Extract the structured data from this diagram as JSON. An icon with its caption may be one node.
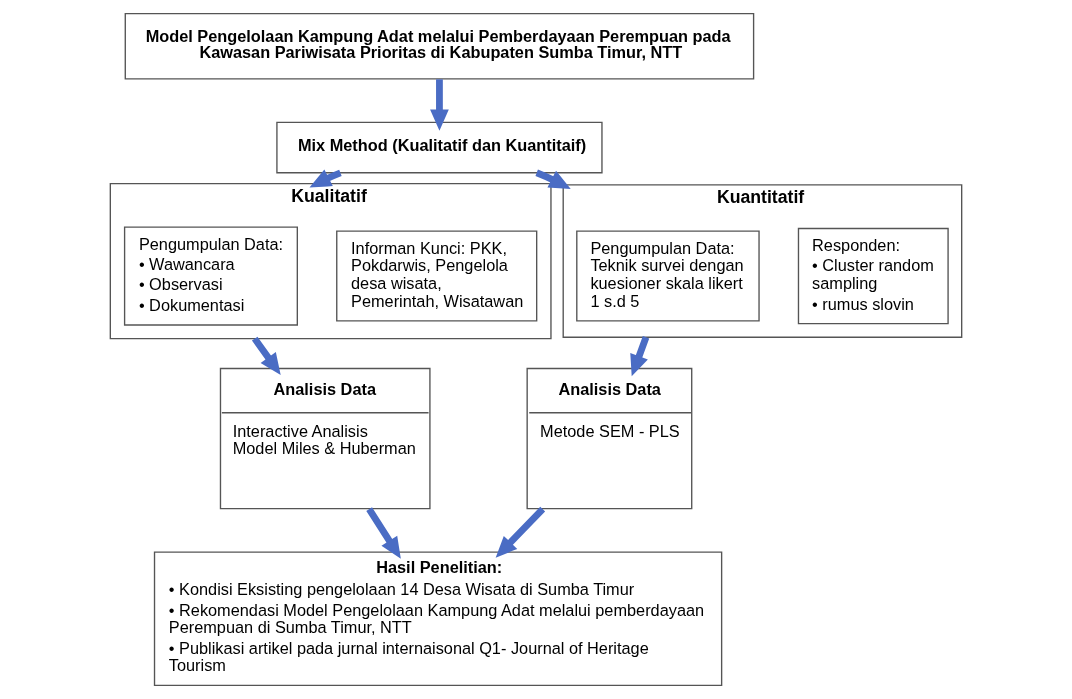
{
  "diagram": {
    "nodes": [
      {
        "text": [
          "Model Pengelolaan Kampung Adat melalui Pemberdayaan Perempuan pada Kawasan Pariwisata Prioritas di Kabupaten Sumba Timur, NTT"
        ]
      },
      {
        "text": [
          "Mix Method (Kualitatif dan Kuantitaif)"
        ]
      },
      {
        "text": [
          "Kualitatif"
        ]
      },
      {
        "text": [
          "Pengumpulan Data:",
          "• Wawancara",
          "• Observasi",
          "• Dokumentasi"
        ],
        "in": 2
      },
      {
        "text": [
          "Informan Kunci: PKK, Pokdarwis, Pengelola desa wisata, Pemerintah, Wisatawan"
        ],
        "in": 2
      },
      {
        "text": [
          "Kuantitatif"
        ]
      },
      {
        "text": [
          "Pengumpulan Data: Teknik survei dengan kuesioner skala likert 1 s.d 5"
        ],
        "in": 5
      },
      {
        "text": [
          "Responden:",
          "• Cluster random sampling",
          "• rumus slovin"
        ],
        "in": 5
      },
      {
        "text": [
          "Analisis Data",
          "Interactive Analisis Model Miles & Huberman"
        ]
      },
      {
        "text": [
          "Analisis Data",
          "Metode SEM - PLS"
        ]
      },
      {
        "text": [
          "Hasil Penelitian:",
          "• Kondisi Eksisting pengelolaan 14 Desa Wisata di Sumba Timur",
          "• Rekomendasi Model Pengelolaan Kampung Adat melalui pemberdayaan Perempuan di Sumba Timur, NTT",
          "• Publikasi artikel pada jurnal internaisonal Q1- Journal of Heritage Tourism"
        ]
      }
    ],
    "edges": [
      {
        "from": 0,
        "to": 1,
        "arrow": "to"
      },
      {
        "from": 1,
        "to": 2,
        "arrow": "to"
      },
      {
        "from": 1,
        "to": 5,
        "arrow": "to"
      },
      {
        "from": 2,
        "to": 8,
        "arrow": "to"
      },
      {
        "from": 5,
        "to": 9,
        "arrow": "to"
      },
      {
        "from": 8,
        "to": 10,
        "arrow": "to"
      },
      {
        "from": 9,
        "to": 10,
        "arrow": "to"
      }
    ]
  }
}
